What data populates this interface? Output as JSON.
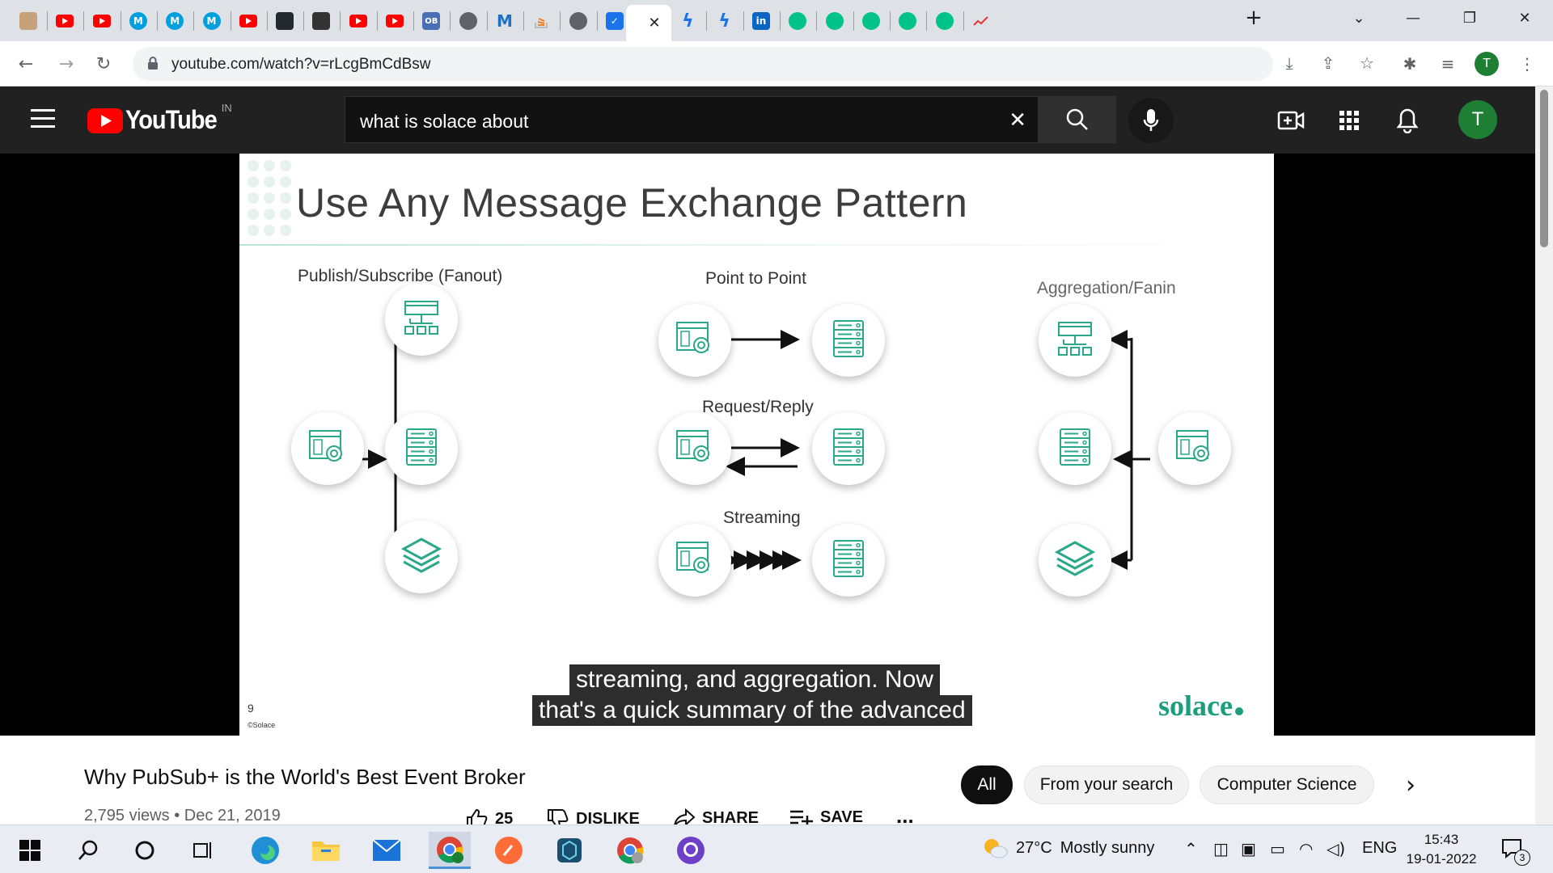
{
  "browser": {
    "url": "youtube.com/watch?v=rLcgBmCdBsw",
    "tab_favicons": [
      "avatar-favicon",
      "youtube-favicon",
      "youtube-favicon",
      "mule-favicon",
      "mule-favicon",
      "mule-favicon",
      "youtube-favicon",
      "github-favicon",
      "star-favicon",
      "youtube-favicon",
      "youtube-favicon",
      "ob-favicon",
      "globe-favicon",
      "m-favicon",
      "stackoverflow-favicon",
      "globe-favicon",
      "todo-favicon",
      "active-tab",
      "bolt-favicon",
      "bolt-favicon",
      "linkedin-favicon",
      "green-dot-favicon",
      "green-dot-favicon",
      "green-dot-favicon",
      "green-dot-favicon",
      "green-dot-favicon",
      "chart-favicon"
    ],
    "ob_label": "OB",
    "profile_initial": "T"
  },
  "youtube": {
    "logo_text": "YouTube",
    "region": "IN",
    "search_query": "what is solace about",
    "avatar_initial": "T"
  },
  "slide": {
    "title": "Use Any Message Exchange Pattern",
    "labels": {
      "pubsub": "Publish/Subscribe (Fanout)",
      "p2p": "Point to Point",
      "reqrep": "Request/Reply",
      "streaming": "Streaming",
      "aggregation": "Aggregation/Fanin"
    },
    "number": "9",
    "copyright": "©Solace",
    "brand": "solace",
    "accent": "#2aa889"
  },
  "captions": {
    "line1": "streaming, and aggregation. Now",
    "line2": "that's a quick summary of the advanced"
  },
  "video": {
    "title": "Why PubSub+ is the World's Best Event Broker",
    "views": "2,795 views",
    "date": "Dec 21, 2019",
    "likes": "25",
    "dislike_label": "DISLIKE",
    "share_label": "SHARE",
    "save_label": "SAVE",
    "more_label": "..."
  },
  "chips": [
    "All",
    "From your search",
    "Computer Science"
  ],
  "taskbar": {
    "weather_temp": "27°C",
    "weather_text": "Mostly sunny",
    "language": "ENG",
    "time": "15:43",
    "date": "19-01-2022",
    "notifications": "3"
  }
}
